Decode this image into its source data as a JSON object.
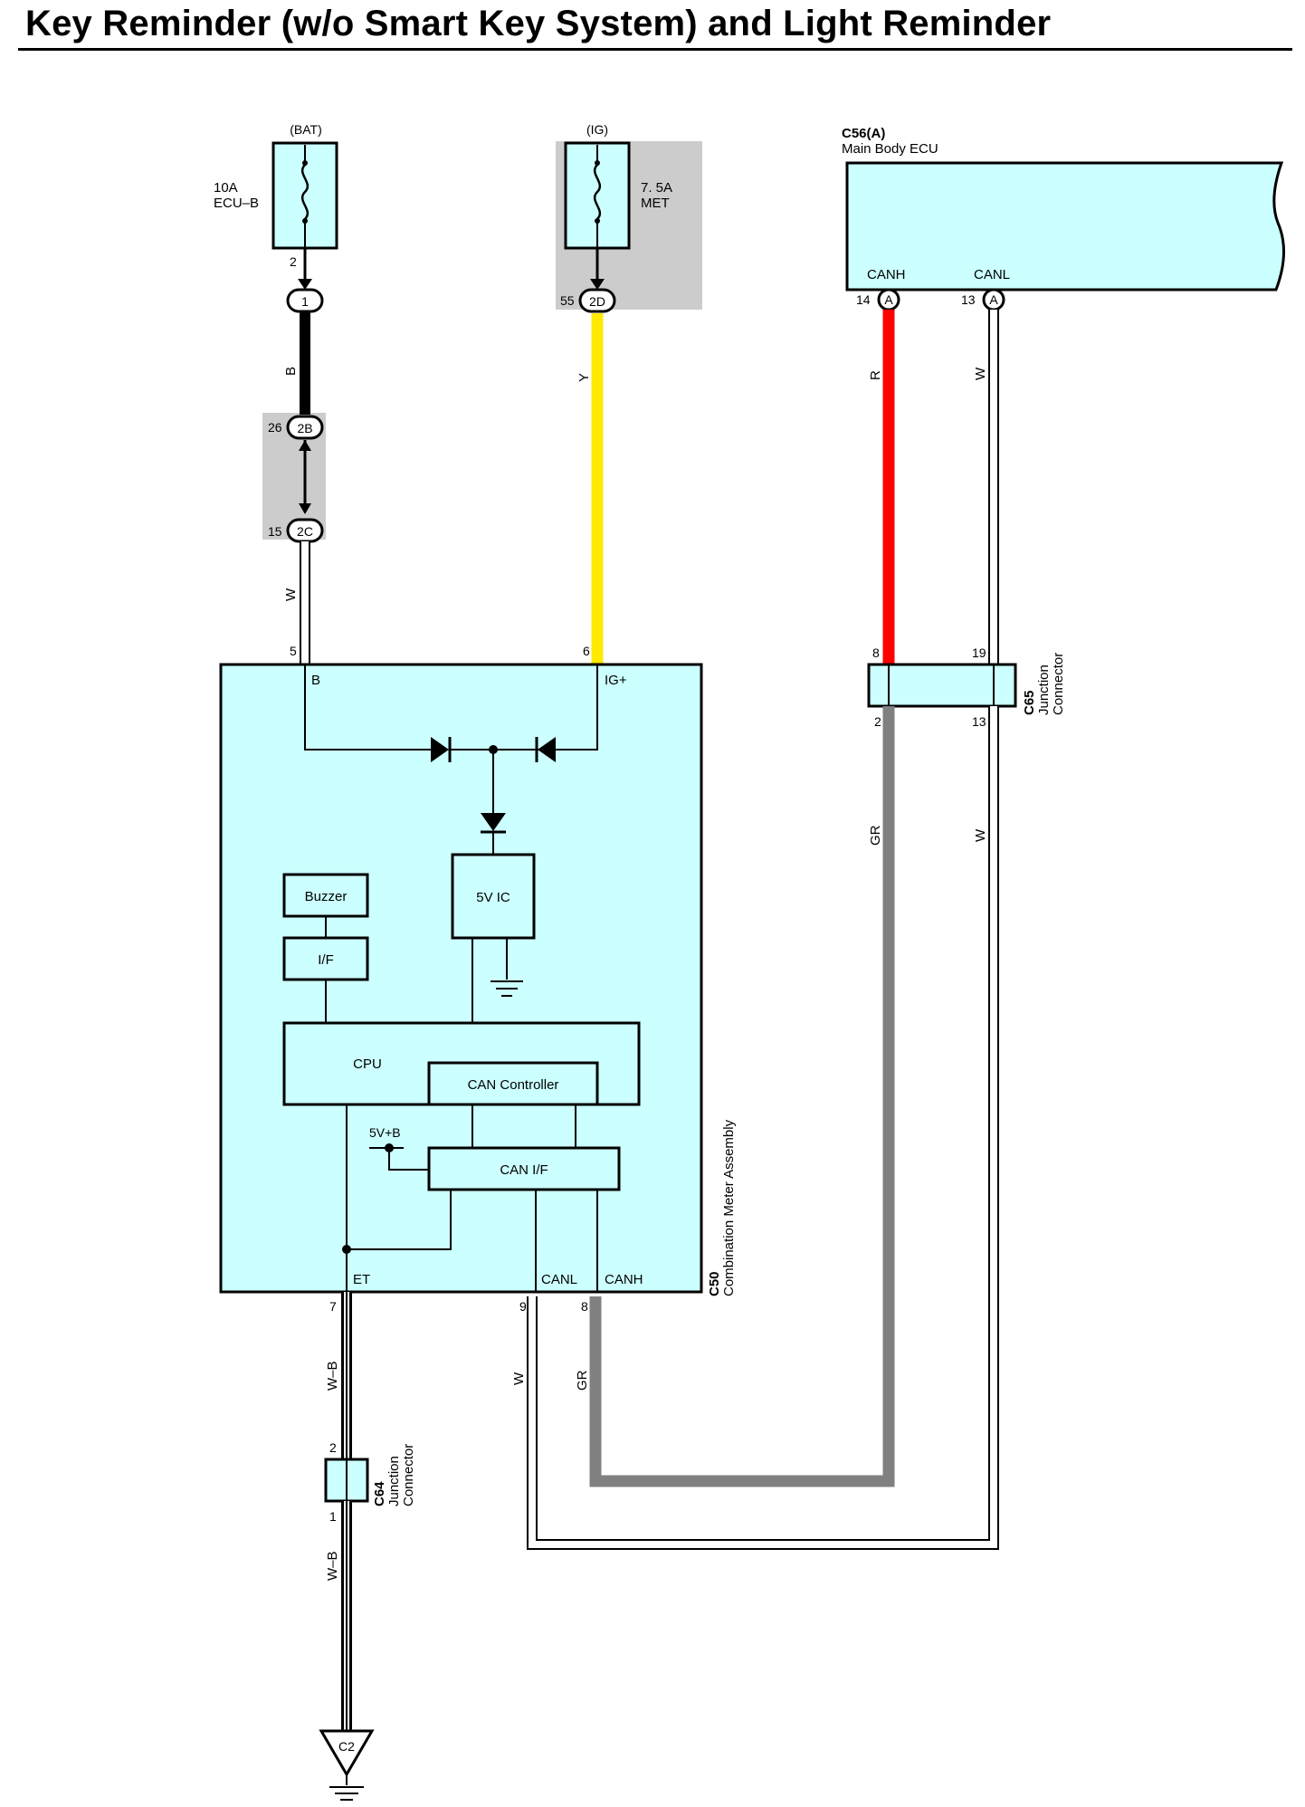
{
  "title": "Key Reminder (w/o Smart Key System) and Light Reminder",
  "fuses": {
    "bat": {
      "source": "(BAT)",
      "amp": "10A",
      "name": "ECU–B",
      "pin": "2",
      "connector": "1"
    },
    "ig": {
      "source": "(IG)",
      "amp": "7. 5A",
      "name": "MET",
      "pin": "55",
      "connector": "2D"
    }
  },
  "junction_block": {
    "top_pin": "26",
    "top_connector": "2B",
    "bottom_pin": "15",
    "bottom_connector": "2C"
  },
  "main_body_ecu": {
    "code": "C56(A)",
    "name": "Main Body ECU",
    "canh_label": "CANH",
    "canl_label": "CANL",
    "canh_pin": "14",
    "canl_pin": "13",
    "connector": "A"
  },
  "combination_meter": {
    "code": "C50",
    "name": "Combination Meter Assembly",
    "pin_b": "5",
    "label_b": "B",
    "pin_ig": "6",
    "label_ig": "IG+",
    "pin_et": "7",
    "label_et": "ET",
    "pin_canl": "9",
    "label_canl": "CANL",
    "pin_canh": "8",
    "label_canh": "CANH",
    "blocks": {
      "buzzer": "Buzzer",
      "if": "I/F",
      "ic5v": "5V IC",
      "cpu": "CPU",
      "can_controller": "CAN Controller",
      "can_if": "CAN I/F",
      "supply": "5V+B"
    }
  },
  "junction_c65": {
    "code": "C65",
    "line1": "Junction",
    "line2": "Connector",
    "pin_top_left": "8",
    "pin_top_right": "19",
    "pin_bottom_left": "2",
    "pin_bottom_right": "13"
  },
  "junction_c64": {
    "code": "C64",
    "line1": "Junction",
    "line2": "Connector",
    "pin_top": "2",
    "pin_bottom": "1"
  },
  "ground": {
    "label": "C2"
  },
  "wire_colors": {
    "b": "B",
    "y": "Y",
    "r": "R",
    "w": "W",
    "gr": "GR",
    "wb": "W–B"
  },
  "colors": {
    "component_fill": "#ccffff",
    "wire_black": "#000000",
    "wire_yellow": "#ffea00",
    "wire_red": "#ff0000",
    "wire_gray": "#808080",
    "wire_white": "#ffffff",
    "shade": "#cccccc"
  }
}
